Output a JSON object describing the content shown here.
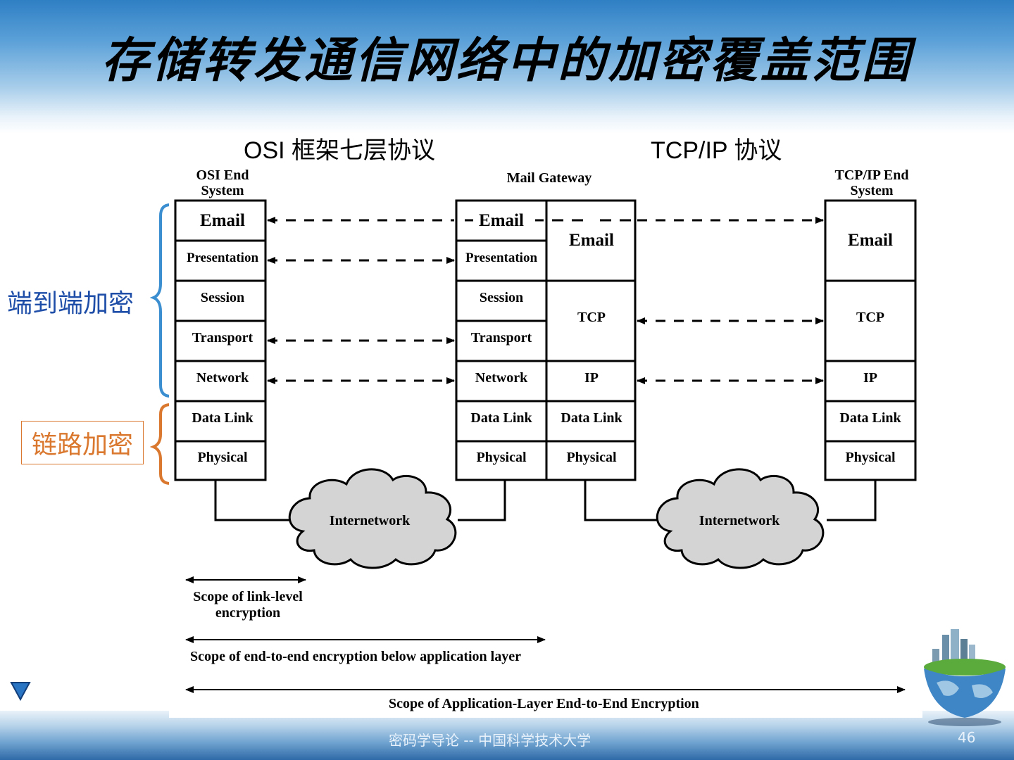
{
  "slide": {
    "title": "存储转发通信网络中的加密覆盖范围",
    "osi_heading": "OSI 框架七层协议",
    "tcpip_heading": "TCP/IP 协议",
    "end_to_end_label": "端到端加密",
    "link_label": "链路加密",
    "footer": "密码学导论 -- 中国科学技术大学",
    "page_number": "46"
  },
  "colors": {
    "end_to_end_brace": "#3b8fd1",
    "end_to_end_text": "#1e4ea8",
    "link_brace": "#d9782e",
    "link_text": "#d9782e",
    "cloud_fill": "#d4d4d4"
  },
  "diagram": {
    "osi_end_title": [
      "OSI End",
      "System"
    ],
    "gateway_title": "Mail Gateway",
    "tcpip_end_title": [
      "TCP/IP End",
      "System"
    ],
    "osi_layers": [
      "Email",
      "Presentation",
      "Session",
      "Transport",
      "Network",
      "Data Link",
      "Physical"
    ],
    "gateway_osi_layers": [
      "Email",
      "Presentation",
      "Session",
      "Transport",
      "Network",
      "Data Link",
      "Physical"
    ],
    "gateway_tcp_layers": [
      "Email",
      "TCP",
      "IP",
      "Data Link",
      "Physical"
    ],
    "tcpip_layers": [
      "Email",
      "TCP",
      "IP",
      "Data Link",
      "Physical"
    ],
    "cloud_label": "Internetwork",
    "scope_link": [
      "Scope of link-level",
      "encryption"
    ],
    "scope_end_to_end": "Scope of end-to-end encryption below application layer",
    "scope_app": "Scope of Application-Layer End-to-End Encryption"
  },
  "icons": [
    "nav-triangle-icon",
    "globe-city-icon"
  ]
}
